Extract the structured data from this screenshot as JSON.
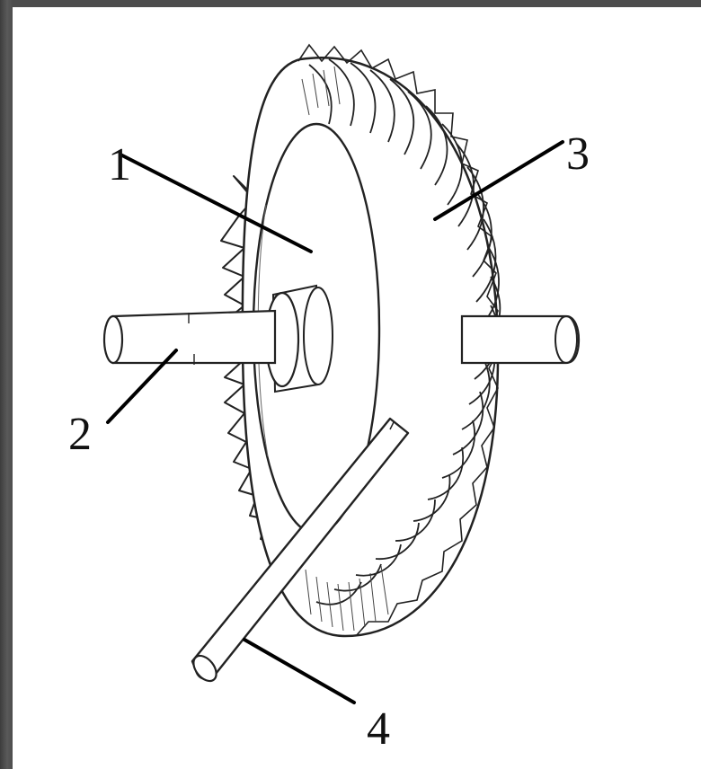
{
  "labels": {
    "l1": "1",
    "l2": "2",
    "l3": "3",
    "l4": "4"
  },
  "colors": {
    "background": "#ffffff",
    "outline": "#222222",
    "frame": "#4a4a4a"
  }
}
